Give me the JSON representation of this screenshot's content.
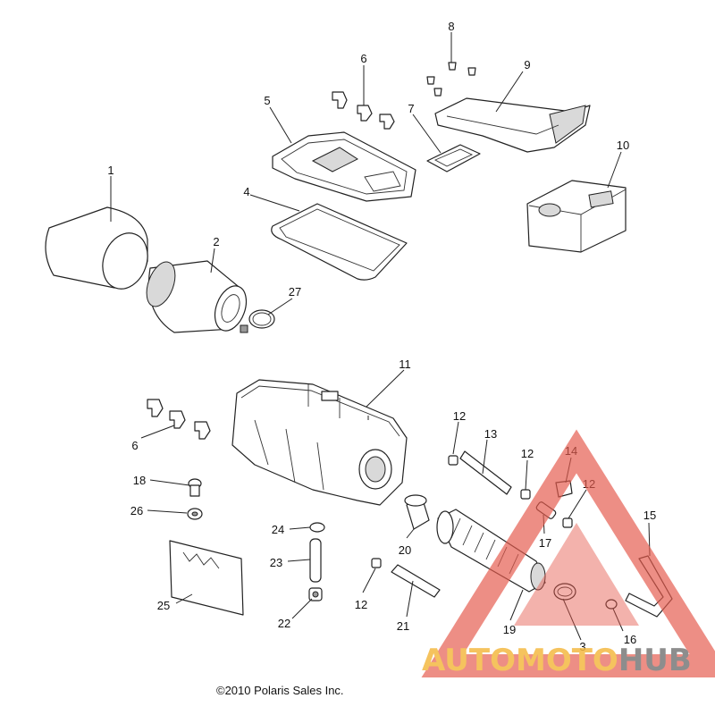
{
  "callouts": [
    "1",
    "2",
    "3",
    "4",
    "5",
    "6",
    "6",
    "7",
    "8",
    "9",
    "10",
    "11",
    "12",
    "12",
    "12",
    "12",
    "13",
    "14",
    "15",
    "16",
    "17",
    "18",
    "19",
    "20",
    "21",
    "22",
    "23",
    "24",
    "25",
    "26",
    "27"
  ],
  "copyright": "©2010 Polaris Sales Inc.",
  "watermark": {
    "part1": "AUTO",
    "part2": "MOTO",
    "part3": "HUB",
    "color_orange": "#f4b942",
    "color_red": "#e55a4c",
    "color_gray": "#7a7a7a"
  }
}
